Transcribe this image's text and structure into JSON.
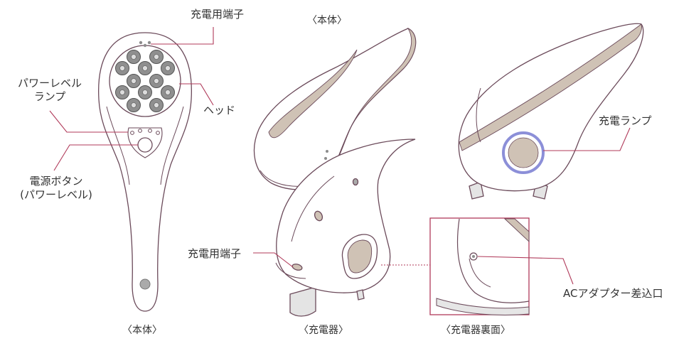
{
  "labels": {
    "charge_terminal_top": "充電用端子",
    "power_level_lamp_line1": "パワーレベル",
    "power_level_lamp_line2": "ランプ",
    "head": "ヘッド",
    "power_button_line1": "電源ボタン",
    "power_button_line2": "(パワーレベル)",
    "charge_lamp": "充電ランプ",
    "charge_terminal_charger": "充電用端子",
    "ac_adapter": "ACアダプター差込口"
  },
  "captions": {
    "body_front": "〈本体〉",
    "body_side": "〈本体〉",
    "charger": "〈充電器〉",
    "charger_back": "〈充電器裏面〉"
  },
  "colors": {
    "outline": "#6b4a5a",
    "leader": "#b03a5a",
    "dot": "#8c8c8c",
    "accent_beige": "#cfc2b5",
    "lamp_ring": "#8c8fd8"
  }
}
